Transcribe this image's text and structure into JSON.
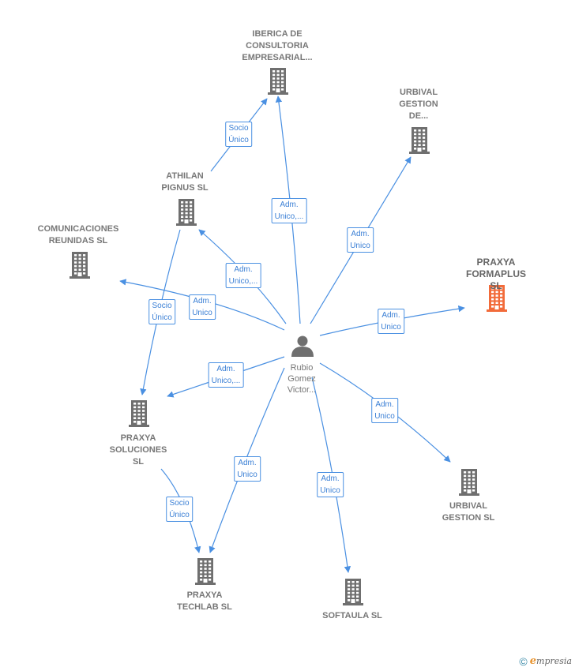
{
  "nodes": [
    {
      "id": "iberica",
      "label_lines": [
        "IBERICA DE",
        "CONSULTORIA",
        "EMPRESARIAL..."
      ],
      "color": "#6f6f6f",
      "highlight": false
    },
    {
      "id": "urbival_de",
      "label_lines": [
        "URBIVAL",
        "GESTION",
        "DE..."
      ],
      "color": "#6f6f6f",
      "highlight": false
    },
    {
      "id": "athilan",
      "label_lines": [
        "ATHILAN",
        "PIGNUS  SL"
      ],
      "color": "#6f6f6f",
      "highlight": false
    },
    {
      "id": "comunicaciones",
      "label_lines": [
        "COMUNICACIONES",
        "REUNIDAS SL"
      ],
      "color": "#6f6f6f",
      "highlight": false
    },
    {
      "id": "praxya_formaplus",
      "label_lines": [
        "PRAXYA",
        "FORMAPLUS",
        "SL"
      ],
      "color": "#f26b3a",
      "highlight": true
    },
    {
      "id": "praxya_soluciones",
      "label_lines": [
        "PRAXYA",
        "SOLUCIONES",
        "SL"
      ],
      "color": "#6f6f6f",
      "highlight": false
    },
    {
      "id": "urbival_sl",
      "label_lines": [
        "URBIVAL",
        "GESTION  SL"
      ],
      "color": "#6f6f6f",
      "highlight": false
    },
    {
      "id": "praxya_techlab",
      "label_lines": [
        "PRAXYA",
        "TECHLAB  SL"
      ],
      "color": "#6f6f6f",
      "highlight": false
    },
    {
      "id": "softaula",
      "label_lines": [
        "SOFTAULA  SL"
      ],
      "color": "#6f6f6f",
      "highlight": false
    }
  ],
  "person": {
    "label_lines": [
      "Rubio",
      "Gomez",
      "Victor..."
    ],
    "icon": "person-icon"
  },
  "edges": [
    {
      "from": "athilan",
      "to": "iberica",
      "label_lines": [
        "Socio",
        "Único"
      ]
    },
    {
      "from": "person",
      "to": "iberica",
      "label_lines": [
        "Adm.",
        "Unico,..."
      ]
    },
    {
      "from": "person",
      "to": "urbival_de",
      "label_lines": [
        "Adm.",
        "Unico"
      ]
    },
    {
      "from": "person",
      "to": "athilan",
      "label_lines": [
        "Adm.",
        "Unico,..."
      ]
    },
    {
      "from": "person",
      "to": "comunicaciones",
      "label_lines": [
        "Adm.",
        "Unico"
      ]
    },
    {
      "from": "athilan",
      "to": "praxya_soluciones",
      "label_lines": [
        "Socio",
        "Único"
      ]
    },
    {
      "from": "person",
      "to": "praxya_formaplus",
      "label_lines": [
        "Adm.",
        "Unico"
      ]
    },
    {
      "from": "person",
      "to": "praxya_soluciones",
      "label_lines": [
        "Adm.",
        "Unico,..."
      ]
    },
    {
      "from": "person",
      "to": "urbival_sl",
      "label_lines": [
        "Adm.",
        "Unico"
      ]
    },
    {
      "from": "person",
      "to": "praxya_techlab",
      "label_lines": [
        "Adm.",
        "Unico"
      ]
    },
    {
      "from": "person",
      "to": "softaula",
      "label_lines": [
        "Adm.",
        "Unico"
      ]
    },
    {
      "from": "praxya_soluciones",
      "to": "praxya_techlab",
      "label_lines": [
        "Socio",
        "Único"
      ]
    }
  ],
  "colors": {
    "edge": "#4a90e2",
    "node": "#6f6f6f",
    "highlight": "#f26b3a",
    "person": "#6f6f6f"
  },
  "footer": {
    "copyright_symbol": "©",
    "brand_initial": "e",
    "brand_rest": "mpresia"
  }
}
